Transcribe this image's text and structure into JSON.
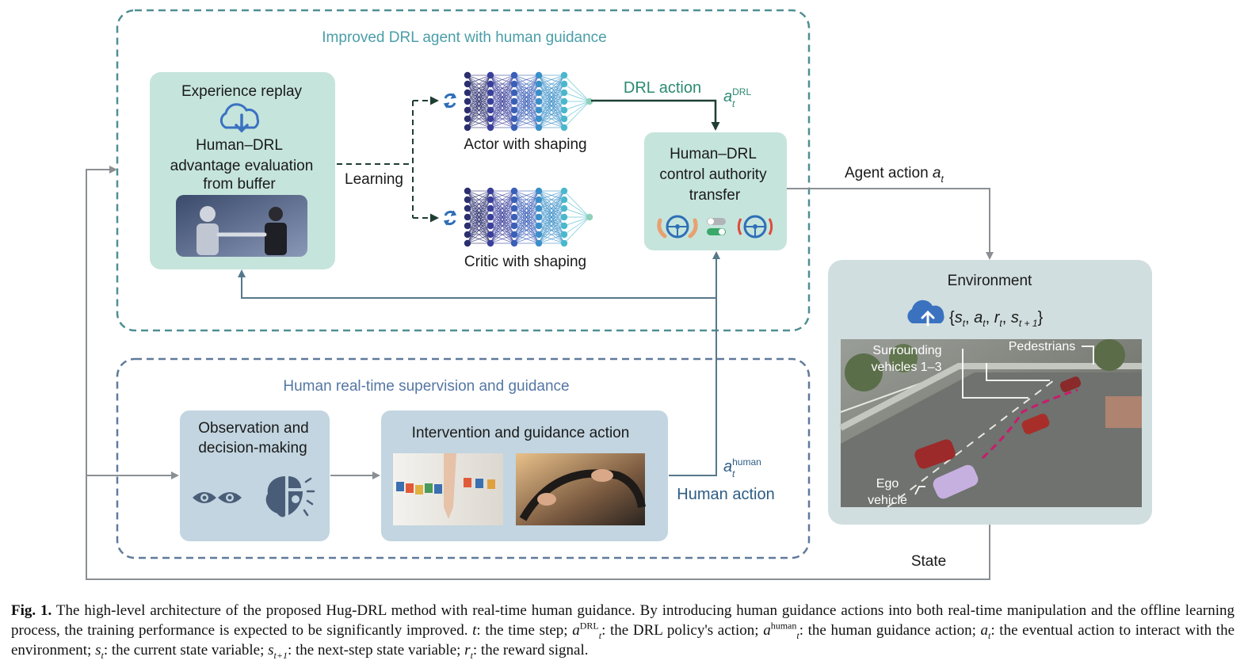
{
  "sections": {
    "agent_title": "Improved DRL agent with human guidance",
    "human_title": "Human real-time supervision and guidance"
  },
  "experience_replay": {
    "title": "Experience replay",
    "line1": "Human–DRL",
    "line2": "advantage evaluation",
    "line3": "from buffer",
    "icon": "cloud-download-icon"
  },
  "learning_label": "Learning",
  "actor_label": "Actor with shaping",
  "critic_label": "Critic with shaping",
  "drl_action_label": "DRL action",
  "drl_action_symbol": {
    "base": "a",
    "sup": "DRL",
    "sub": "t"
  },
  "authority": {
    "line1": "Human–DRL",
    "line2": "control authority",
    "line3": "transfer",
    "icons": [
      "steering-wheel-hands-icon",
      "toggle-switch-icon",
      "autonomous-wheel-icon"
    ]
  },
  "agent_action": {
    "text": "Agent action ",
    "symbol_base": "a",
    "symbol_sub": "t"
  },
  "environment": {
    "title": "Environment",
    "tuple_parts": [
      "{",
      "s",
      "t",
      ", ",
      "a",
      "t",
      ", ",
      "r",
      "t",
      ", ",
      "s",
      "t + 1",
      "}"
    ],
    "scene_labels": {
      "surrounding1": "Surrounding",
      "surrounding2": "vehicles 1–3",
      "pedestrians": "Pedestrians",
      "ego1": "Ego",
      "ego2": "vehicle"
    }
  },
  "state_label": "State",
  "observation": {
    "line1": "Observation and",
    "line2": "decision-making",
    "icons": [
      "eyes-icon",
      "brain-icon"
    ]
  },
  "intervention_title": "Intervention and guidance action",
  "human_action_label": "Human action",
  "human_action_symbol": {
    "base": "a",
    "sup": "human",
    "sub": "t"
  },
  "colors": {
    "teal_box": "#c5e4dc",
    "blue_box": "#c2d5e0",
    "env_box": "#d1dedf",
    "agent_dash": "#4f8f94",
    "human_dash": "#607a9a",
    "teal_text": "#4a9ea8",
    "human_text": "#5577a3",
    "dark_arrow": "#1e3e32",
    "gray_arrow": "#8a8f93",
    "feedback_arrow": "#56788b",
    "trajectory": "#c81c6e"
  },
  "caption": {
    "fig": "Fig. 1.",
    "t1": " The high-level architecture of the proposed Hug-DRL method with real-time human guidance. By introducing human guidance actions into both real-time manipulation and the offline learning process, the training performance is expected to be significantly improved. ",
    "v_t": "t",
    "t2": ": the time step; ",
    "v_a": "a",
    "sup_drl": "DRL",
    "t3": ": the DRL policy's action; ",
    "sup_human": "human",
    "t4": ": the human guidance action; ",
    "t5": ": the eventual action to interact with the environment; ",
    "v_s": "s",
    "t6": ": the current state variable; ",
    "sub_t1": "t+1",
    "t7": ": the next-step state variable; ",
    "v_r": "r",
    "t8": ": the reward signal."
  }
}
